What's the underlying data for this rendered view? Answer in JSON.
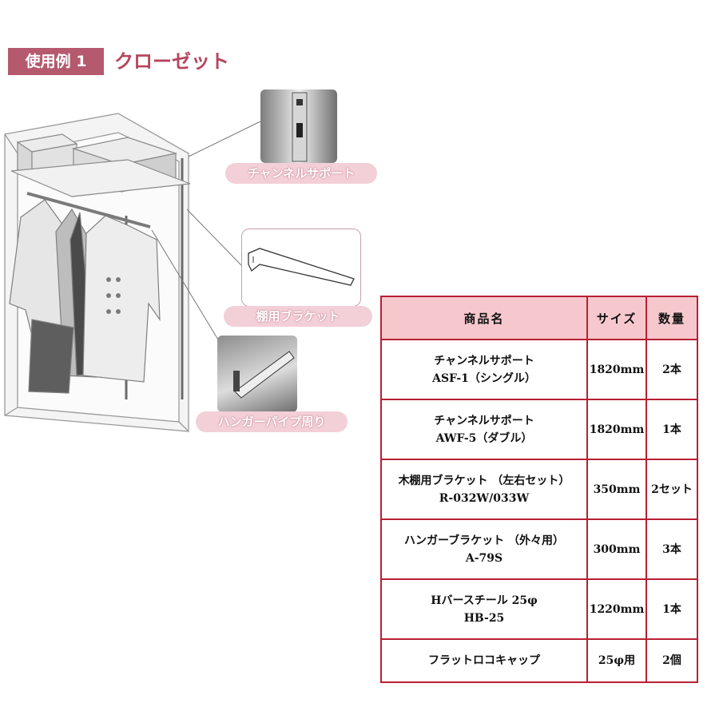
{
  "header": {
    "badge": "使用例 1",
    "title": "クローゼット"
  },
  "callouts": {
    "channel_support": "チャンネルサポート",
    "shelf_bracket": "棚用ブラケット",
    "hanger_pipe": "ハンガーパイプ周り"
  },
  "table": {
    "headers": {
      "name": "商品名",
      "size": "サイズ",
      "qty": "数量"
    },
    "rows": [
      {
        "name_line1": "チャンネルサポート",
        "name_line2": "ASF-1（シングル）",
        "size": "1820mm",
        "qty": "2本"
      },
      {
        "name_line1": "チャンネルサポート",
        "name_line2": "AWF-5（ダブル）",
        "size": "1820mm",
        "qty": "1本"
      },
      {
        "name_line1": "木棚用ブラケット （左右セット）",
        "name_line2": "R-032W/033W",
        "size": "350mm",
        "qty": "2セット"
      },
      {
        "name_line1": "ハンガーブラケット （外々用）",
        "name_line2": "A-79S",
        "size": "300mm",
        "qty": "3本"
      },
      {
        "name_line1": "Hバースチール 25φ",
        "name_line2": "HB-25",
        "size": "1220mm",
        "qty": "1本"
      },
      {
        "name_line1": "フラットロコキャップ",
        "name_line2": "",
        "size": "25φ用",
        "qty": "2個"
      }
    ]
  },
  "colors": {
    "accent": "#b6455d",
    "badge": "#b55a6e",
    "table_border": "#b81f33",
    "header_fill": "#f6c8ce",
    "label_fill": "#f3cfd7"
  }
}
